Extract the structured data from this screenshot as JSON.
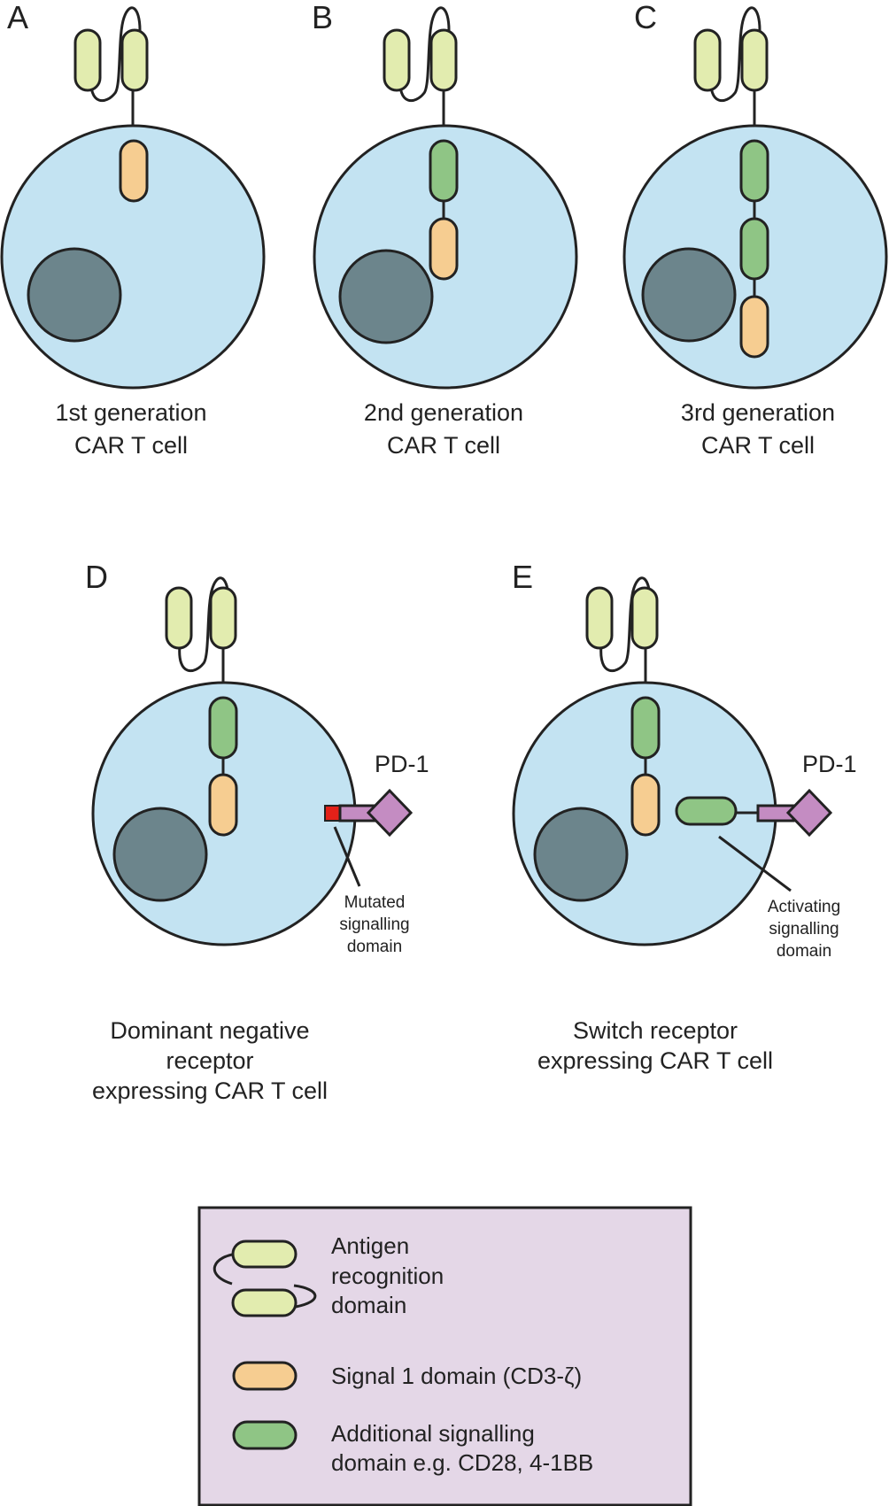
{
  "panels": {
    "a": {
      "letter": "A",
      "caption_line1": "1st generation",
      "caption_line2": "CAR T cell"
    },
    "b": {
      "letter": "B",
      "caption_line1": "2nd generation",
      "caption_line2": "CAR T cell"
    },
    "c": {
      "letter": "C",
      "caption_line1": "3rd generation",
      "caption_line2": "CAR T cell"
    },
    "d": {
      "letter": "D",
      "receptor_label": "PD-1",
      "callout": [
        "Mutated",
        "signalling",
        "domain"
      ],
      "caption": [
        "Dominant negative",
        "receptor",
        "expressing CAR T cell"
      ]
    },
    "e": {
      "letter": "E",
      "receptor_label": "PD-1",
      "callout": [
        "Activating",
        "signalling",
        "domain"
      ],
      "caption": [
        "Switch receptor",
        "expressing CAR T cell"
      ]
    }
  },
  "legend": {
    "antigen": [
      "Antigen",
      "recognition",
      "domain"
    ],
    "signal1": "Signal 1 domain (CD3-ζ)",
    "additional": [
      "Additional signalling",
      "domain e.g. CD28, 4-1BB"
    ]
  },
  "colors": {
    "cell": "#c3e3f2",
    "nucleus": "#6c858c",
    "antigen_domain": "#e2ecaf",
    "signal1_domain": "#f6cd91",
    "additional_domain": "#8fc585",
    "pd1": "#c48cc2",
    "mutated": "#e32119",
    "legend_bg": "#e4d7e7"
  }
}
